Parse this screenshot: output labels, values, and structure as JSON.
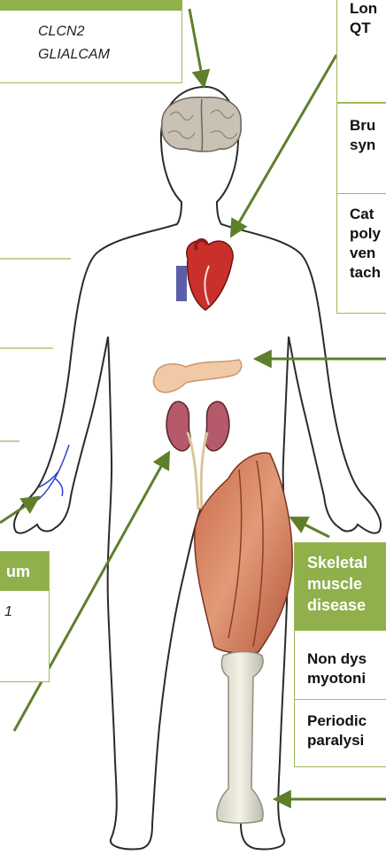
{
  "brain": {
    "genes": [
      "CLCN2",
      "GLIALCAM"
    ]
  },
  "heart": {
    "items": [
      [
        "Lon",
        "QT"
      ],
      [
        "Bru",
        "syn"
      ],
      [
        "Cat",
        "poly",
        "ven",
        "tach"
      ]
    ]
  },
  "left_partial": {
    "header": "um",
    "gene_fragment": "1"
  },
  "skeletal_muscle": {
    "header_lines": [
      "Skeletal",
      "muscle",
      "disease"
    ],
    "items": [
      [
        "Non dys",
        "myotoni"
      ],
      [
        "Periodic",
        "paralysi"
      ]
    ]
  },
  "colors": {
    "accent_green": "#8fb04a",
    "arrow_green": "#5f7f2a",
    "border": "#9bbb59"
  },
  "icons": [
    "brain-illustration",
    "heart-illustration",
    "pancreas-illustration",
    "kidneys-illustration",
    "thigh-muscle-illustration",
    "femur-bone-illustration",
    "hand-vessels-illustration"
  ]
}
